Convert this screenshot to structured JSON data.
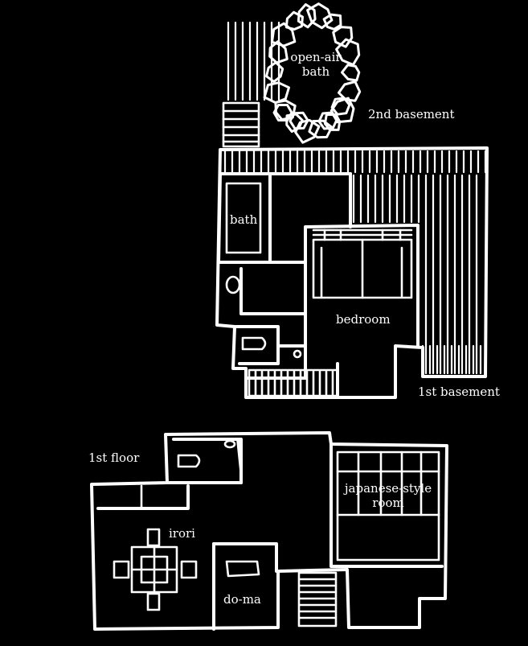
{
  "labels": {
    "open_air_bath_1": "open-air",
    "open_air_bath_2": "bath",
    "basement_2": "2nd basement",
    "bath": "bath",
    "bedroom": "bedroom",
    "basement_1": "1st basement",
    "floor_1": "1st floor",
    "japanese_room_1": "japanese-style",
    "japanese_room_2": "room",
    "irori": "irori",
    "doma": "do-ma"
  },
  "colors": {
    "background": "#000000",
    "ink": "#ffffff"
  }
}
